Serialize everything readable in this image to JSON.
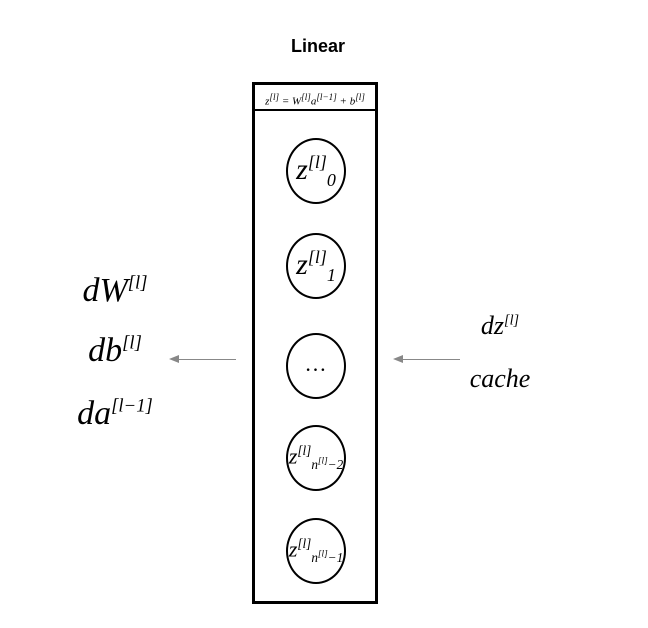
{
  "title": "Linear",
  "equation": {
    "lhs": "z",
    "lhs_sup": "[l]",
    "eq": " = ",
    "w": "W",
    "w_sup": "[l]",
    "a": "a",
    "a_sup": "[l−1]",
    "plus": " + ",
    "b": "b",
    "b_sup": "[l]"
  },
  "neurons": [
    {
      "base": "z",
      "sup": "[l]",
      "sub": "0"
    },
    {
      "base": "z",
      "sup": "[l]",
      "sub": "1"
    },
    {
      "ellipsis": "…"
    },
    {
      "base": "z",
      "sup": "[l]",
      "sub_base": "n",
      "sub_sup": "[l]",
      "sub_tail": "−2"
    },
    {
      "base": "z",
      "sup": "[l]",
      "sub_base": "n",
      "sub_sup": "[l]",
      "sub_tail": "−1"
    }
  ],
  "outputs": [
    {
      "base": "dW",
      "sup": "[l]"
    },
    {
      "base": "db",
      "sup": "[l]"
    },
    {
      "base": "da",
      "sup": "[l−1]"
    }
  ],
  "inputs": [
    {
      "base": "dz",
      "sup": "[l]"
    },
    {
      "base": "cache"
    }
  ],
  "colors": {
    "stroke": "#000000",
    "arrow": "#888888",
    "background": "#ffffff"
  }
}
